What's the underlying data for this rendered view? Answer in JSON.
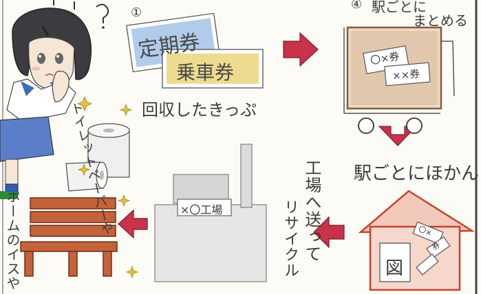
{
  "step1": {
    "number": "①",
    "caption": "回収したきっぷ"
  },
  "tickets": {
    "teiki": "定期券",
    "jousha": "乗車券"
  },
  "top_right": {
    "number": "④",
    "line1": "駅ごとに",
    "line2": "まとめる"
  },
  "box_tickets": {
    "t1": "〇×券",
    "t2": "××券"
  },
  "station_storage": "駅ごとにほかん",
  "factory_label": "×〇工場",
  "factory_send": "工場へ送って",
  "recycle": "リサイクル",
  "toilet_paper": "トイレットペーパーや",
  "bench": "ホームのイスや",
  "house_items": {
    "sign": "図",
    "note1": "〇×",
    "note2": "券"
  },
  "colors": {
    "arrow": "#c8324a",
    "pencil": "#555555",
    "house": "#c8412e",
    "box": "#8a5a3a",
    "blue": "#7fa8d8",
    "yellow": "#e0c25a",
    "bench": "#a44a2a"
  }
}
